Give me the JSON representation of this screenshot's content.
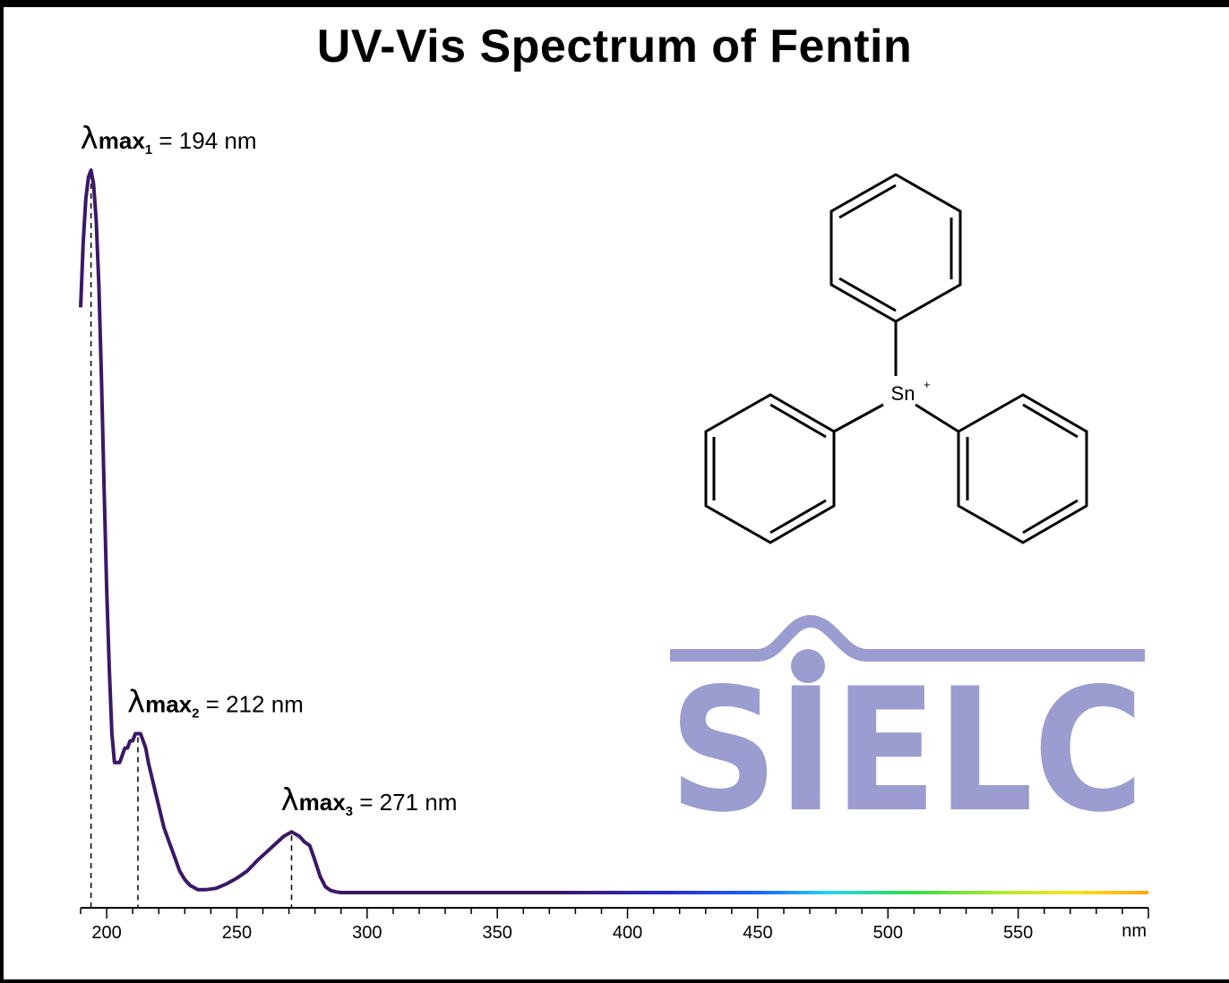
{
  "title": "UV-Vis Spectrum of Fentin",
  "molecule": {
    "atom_label": "Sn",
    "charge": "+"
  },
  "logo": {
    "text": "SIELC",
    "color": "#9b9ccf"
  },
  "colors": {
    "curve": "#3a1866",
    "axis": "#000000"
  },
  "chart_data": {
    "type": "line",
    "title": "UV-Vis Spectrum of Fentin",
    "xlabel": "nm",
    "ylabel": "",
    "xlim": [
      190,
      600
    ],
    "x_ticks": [
      200,
      250,
      300,
      350,
      400,
      450,
      500,
      550
    ],
    "x_tick_labels": [
      "200",
      "250",
      "300",
      "350",
      "400",
      "450",
      "500",
      "550"
    ],
    "x_unit_label": "nm",
    "grid": false,
    "series": [
      {
        "x": [
          190,
          191,
          192,
          193,
          194,
          195,
          196,
          197,
          198,
          199,
          200,
          201,
          202,
          203,
          204,
          205,
          206,
          207,
          208,
          209,
          210,
          211,
          212,
          213,
          214,
          215,
          216,
          218,
          220,
          222,
          224,
          226,
          228,
          230,
          232,
          235,
          238,
          242,
          246,
          250,
          254,
          258,
          262,
          265,
          268,
          271,
          274,
          276,
          278,
          280,
          282,
          284,
          286,
          288,
          290,
          295,
          300,
          350,
          400,
          450,
          500,
          550,
          600
        ],
        "y": [
          0.81,
          0.9,
          0.96,
          0.99,
          1.0,
          0.98,
          0.93,
          0.84,
          0.71,
          0.56,
          0.42,
          0.31,
          0.22,
          0.18,
          0.18,
          0.18,
          0.19,
          0.2,
          0.2,
          0.21,
          0.21,
          0.22,
          0.22,
          0.22,
          0.21,
          0.2,
          0.18,
          0.15,
          0.12,
          0.09,
          0.07,
          0.05,
          0.03,
          0.018,
          0.01,
          0.004,
          0.004,
          0.006,
          0.012,
          0.02,
          0.03,
          0.045,
          0.058,
          0.068,
          0.078,
          0.084,
          0.078,
          0.07,
          0.065,
          0.044,
          0.022,
          0.008,
          0.003,
          0.001,
          0.0,
          0.0,
          0.0,
          0.0,
          0.0,
          0.0,
          0.0,
          0.0,
          0.0
        ]
      }
    ],
    "annotations": [
      {
        "x": 194,
        "lambda": "λ",
        "label": "max",
        "sub": "1",
        "value_text": "= 194 nm"
      },
      {
        "x": 212,
        "lambda": "λ",
        "label": "max",
        "sub": "2",
        "value_text": "= 212 nm"
      },
      {
        "x": 271,
        "lambda": "λ",
        "label": "max",
        "sub": "3",
        "value_text": "= 271 nm"
      }
    ]
  }
}
